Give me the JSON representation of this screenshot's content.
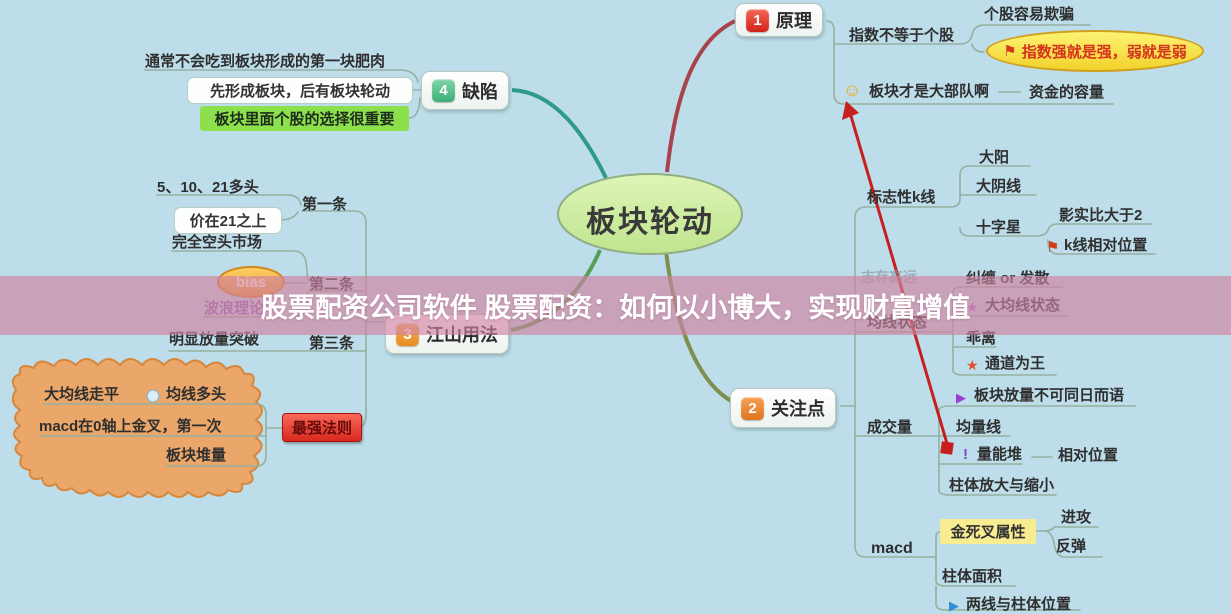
{
  "banner": {
    "text": "股票配资公司软件 股票配资：如何以小博大，实现财富增值"
  },
  "watermark": "志存高远",
  "root": {
    "label": "板块轮动"
  },
  "colors": {
    "background": "#bcdde9",
    "banner_overlay": "rgba(207,130,162,0.65)",
    "arrow_red": "#c81e1e",
    "badge_principle": "#cf2417",
    "badge_focus": "#df7420",
    "badge_usage": "#e88c24",
    "badge_defect": "#3eae78",
    "root_ellipse_fill": "#cdeca0",
    "highlight_green": "#8ce04c",
    "highlight_yellow": "#f7ec8f",
    "strongest_rule_red": "#d8281e",
    "cloud_blob_orange": "#eba76a"
  },
  "icons": {
    "smile": "☺",
    "flag": "⚑",
    "star": "★",
    "triangle": "▶",
    "exclamation": "!"
  },
  "principle": {
    "badge": "1",
    "label": "原理",
    "index_vs_stock": "指数不等于个股",
    "stock_deceit": "个股容易欺骗",
    "index_strength": "指数强就是强，弱就是弱",
    "sector_is_army": "板块才是大部队啊",
    "capital_capacity": "资金的容量"
  },
  "defect": {
    "badge": "4",
    "label": "缺陷",
    "first_meat": "通常不会吃到板块形成的第一块肥肉",
    "form_first": "先形成板块，后有板块轮动",
    "stock_choice": "板块里面个股的选择很重要"
  },
  "usage": {
    "badge": "3",
    "label": "江山用法",
    "rule1": "第一条",
    "rule1_ma": "5、10、21多头",
    "rule1_price": "价在21之上",
    "rule2": "第二条",
    "rule2_bear": "完全空头市场",
    "rule2_bias": "bias",
    "rule2_wave": "波浪理论",
    "rule3": "第三条",
    "rule3_volume": "明显放量突破",
    "strongest": {
      "label": "最强法则",
      "ma_flat": "大均线走平",
      "ma_bull": "均线多头",
      "macd_cross": "macd在0轴上金叉，第一次",
      "sector_pile": "板块堆量"
    }
  },
  "focus": {
    "badge": "2",
    "label": "关注点",
    "kline": {
      "label": "标志性k线",
      "big_yang": "大阳",
      "big_yin": "大阴线",
      "doji": "十字星",
      "shadow_ratio": "影实比大于2",
      "kline_position": "k线相对位置"
    },
    "ma_state": {
      "label": "均线状态",
      "tangle": "纠缠 or 发散",
      "big_ma_state": "大均线状态",
      "deviation": "乖离",
      "channel_king": "通道为王",
      "sector_volume_note": "板块放量不可同日而语"
    },
    "volume": {
      "label": "成交量",
      "avg_volume_line": "均量线",
      "volume_pile": "量能堆",
      "relative_position": "相对位置",
      "bar_scale": "柱体放大与缩小"
    },
    "macd": {
      "label": "macd",
      "cross_property": "金死叉属性",
      "attack": "进攻",
      "rebound": "反弹",
      "bar_area": "柱体面积",
      "line_bar_position": "两线与柱体位置"
    }
  }
}
